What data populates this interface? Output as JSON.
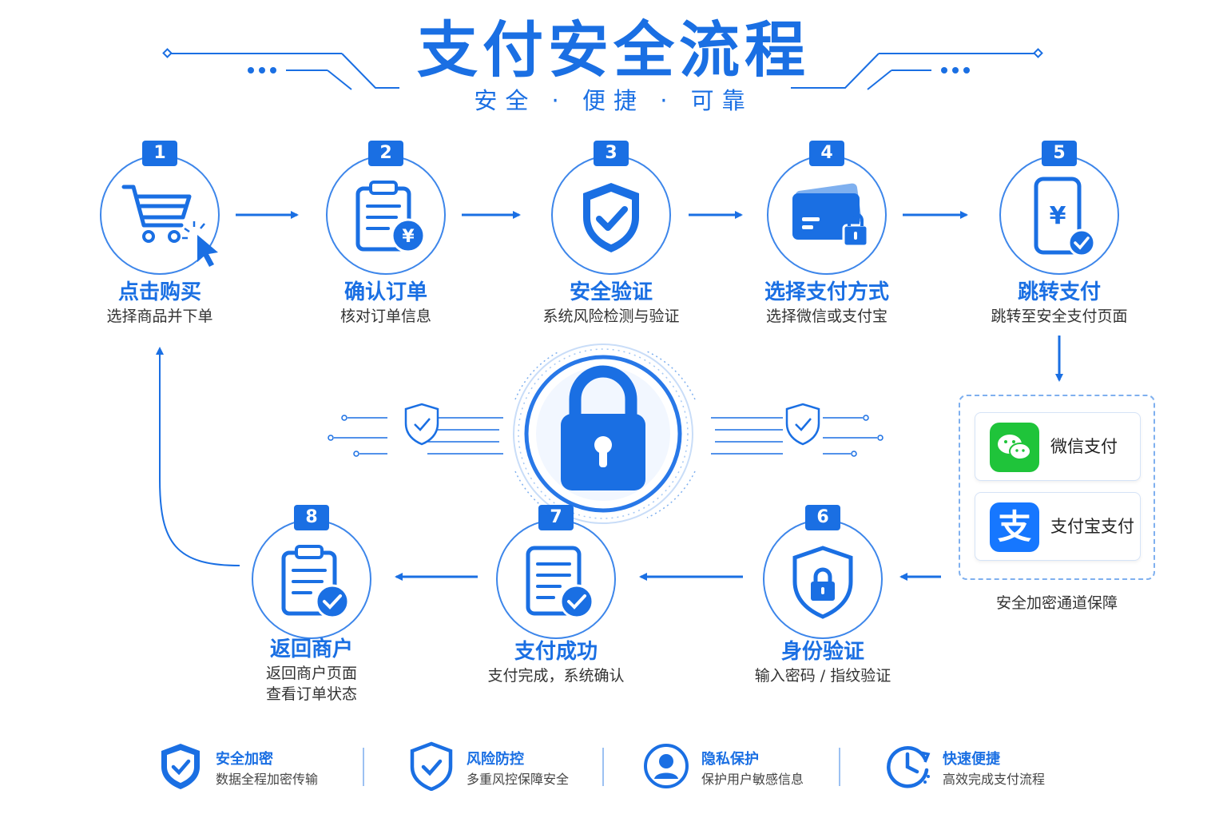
{
  "header": {
    "title": "支付安全流程",
    "subtitle": "安全 · 便捷 · 可靠"
  },
  "steps": [
    {
      "number": "1",
      "title": "点击购买",
      "desc": "选择商品并下单",
      "icon": "shopping-cart-icon"
    },
    {
      "number": "2",
      "title": "确认订单",
      "desc": "核对订单信息",
      "icon": "clipboard-yuan-icon"
    },
    {
      "number": "3",
      "title": "安全验证",
      "desc": "系统风险检测与验证",
      "icon": "shield-check-icon"
    },
    {
      "number": "4",
      "title": "选择支付方式",
      "desc": "选择微信或支付宝",
      "icon": "card-lock-icon"
    },
    {
      "number": "5",
      "title": "跳转支付",
      "desc": "跳转至安全支付页面",
      "icon": "phone-yuan-icon"
    },
    {
      "number": "6",
      "title": "身份验证",
      "desc": "输入密码 / 指纹验证",
      "icon": "shield-lock-icon"
    },
    {
      "number": "7",
      "title": "支付成功",
      "desc": "支付完成，系统确认",
      "icon": "document-check-icon"
    },
    {
      "number": "8",
      "title": "返回商户",
      "desc": "返回商户页面",
      "desc2": "查看订单状态",
      "icon": "clipboard-check-icon"
    }
  ],
  "payment": {
    "wechat": "微信支付",
    "alipay": "支付宝支付",
    "note": "安全加密通道保障",
    "alipay_glyph": "支"
  },
  "features": [
    {
      "title": "安全加密",
      "desc": "数据全程加密传输",
      "icon": "shield-check-icon"
    },
    {
      "title": "风险防控",
      "desc": "多重风控保障安全",
      "icon": "shield-check-outline-icon"
    },
    {
      "title": "隐私保护",
      "desc": "保护用户敏感信息",
      "icon": "user-circle-icon"
    },
    {
      "title": "快速便捷",
      "desc": "高效完成支付流程",
      "icon": "clock-icon"
    }
  ],
  "colors": {
    "primary": "#1a6fe3",
    "wechat_green": "#1fc43a",
    "alipay_blue": "#1677ff"
  }
}
